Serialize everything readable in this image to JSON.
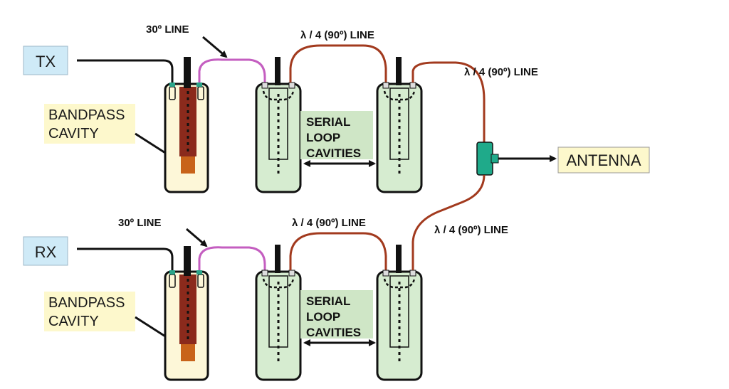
{
  "labels": {
    "tx": "TX",
    "rx": "RX",
    "antenna": "ANTENNA",
    "bandpass_line1": "BANDPASS",
    "bandpass_line2": "CAVITY",
    "line_30": "30º LINE",
    "line_quarter": "λ / 4 (90º) LINE",
    "serial_1": "SERIAL",
    "serial_2": "LOOP",
    "serial_3": "CAVITIES"
  },
  "colors": {
    "label_box_blue": "#cfeaf7",
    "label_box_yellow": "#fdf8cc",
    "bandpass_body": "#fdf7d8",
    "bandpass_rod": "#8b2a1c",
    "bandpass_tip": "#c8631a",
    "loop_cavity_body": "#d6ecd0",
    "loop_cavity_label_bg": "#cfe6c6",
    "line_30": "#c45ec0",
    "line_quarter": "#a23a1e",
    "tee": "#1faa8a",
    "connector": "#2aa58a",
    "wire": "#111111"
  }
}
